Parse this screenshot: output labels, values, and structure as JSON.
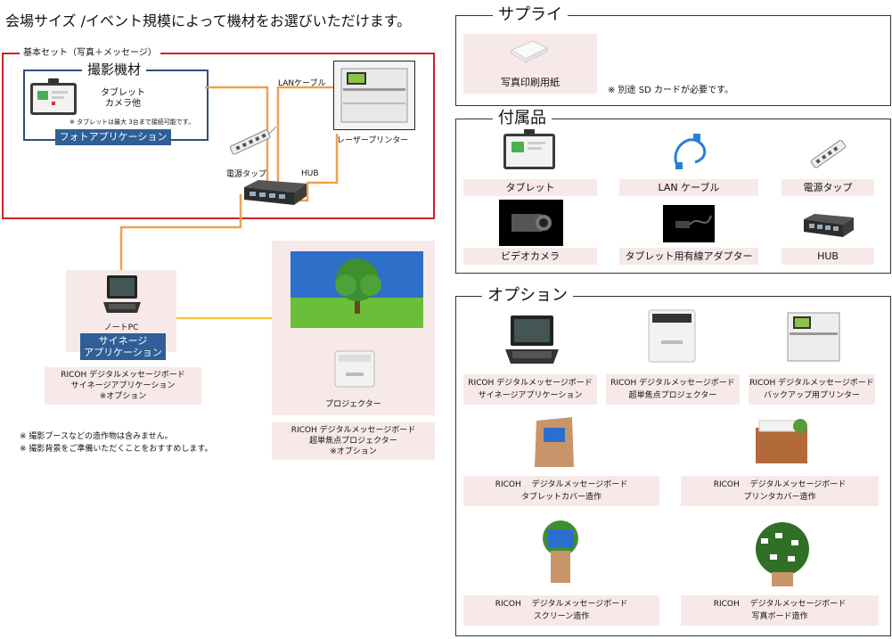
{
  "header": {
    "title": "会場サイズ /イベント規模によって機材をお選びいただけます。"
  },
  "basic_set": {
    "label": "基本セット（写真＋メッセージ）",
    "camera_group": {
      "title": "撮影機材",
      "device_label": "タブレット\nカメラ他",
      "note": "※ タブレットは最大 3台まで接続可能です。",
      "app_label": "フォトアプリケーション"
    },
    "lan_label": "LANケーブル",
    "printer_label": "レーザープリンター",
    "power_label": "電源タップ",
    "hub_label": "HUB"
  },
  "left_lower": {
    "pc_label": "ノートPC",
    "signage_app": "サイネージ\nアプリケーション",
    "pc_caption": "RICOH デジタルメッセージボード\nサイネージアプリケーション\n※オプション",
    "notes": [
      "※ 撮影ブースなどの造作物は含みません。",
      "※ 撮影背景をご準備いただくことをおすすめします。"
    ],
    "projector_label": "プロジェクター",
    "projector_caption": "RICOH デジタルメッセージボード\n超単焦点プロジェクター\n※オプション"
  },
  "supply": {
    "title": "サプライ",
    "item_label": "写真印刷用紙",
    "note": "※ 別途 SD カードが必要です。"
  },
  "accessories": {
    "title": "付属品",
    "items": [
      {
        "label": "タブレット",
        "icon": "tablet-icon"
      },
      {
        "label": "LAN ケーブル",
        "icon": "lan-cable-icon"
      },
      {
        "label": "電源タップ",
        "icon": "power-strip-icon"
      },
      {
        "label": "ビデオカメラ",
        "icon": "video-camera-icon"
      },
      {
        "label": "タブレット用有線アダプター",
        "icon": "adapter-icon"
      },
      {
        "label": "HUB",
        "icon": "hub-icon"
      }
    ]
  },
  "options": {
    "title": "オプション",
    "items": [
      {
        "label": "RICOH デジタルメッセージボード\nサイネージアプリケーション"
      },
      {
        "label": "RICOH デジタルメッセージボード\n超単焦点プロジェクター"
      },
      {
        "label": "RICOH デジタルメッセージボード\nバックアップ用プリンター"
      },
      {
        "label": "RICOH　 デジタルメッセージボード\nタブレットカバー造作"
      },
      {
        "label": "RICOH　 デジタルメッセージボード\nプリンタカバー造作"
      },
      {
        "label": "RICOH　 デジタルメッセージボード\nスクリーン造作"
      },
      {
        "label": "RICOH　 デジタルメッセージボード\n写真ボード造作"
      }
    ]
  }
}
